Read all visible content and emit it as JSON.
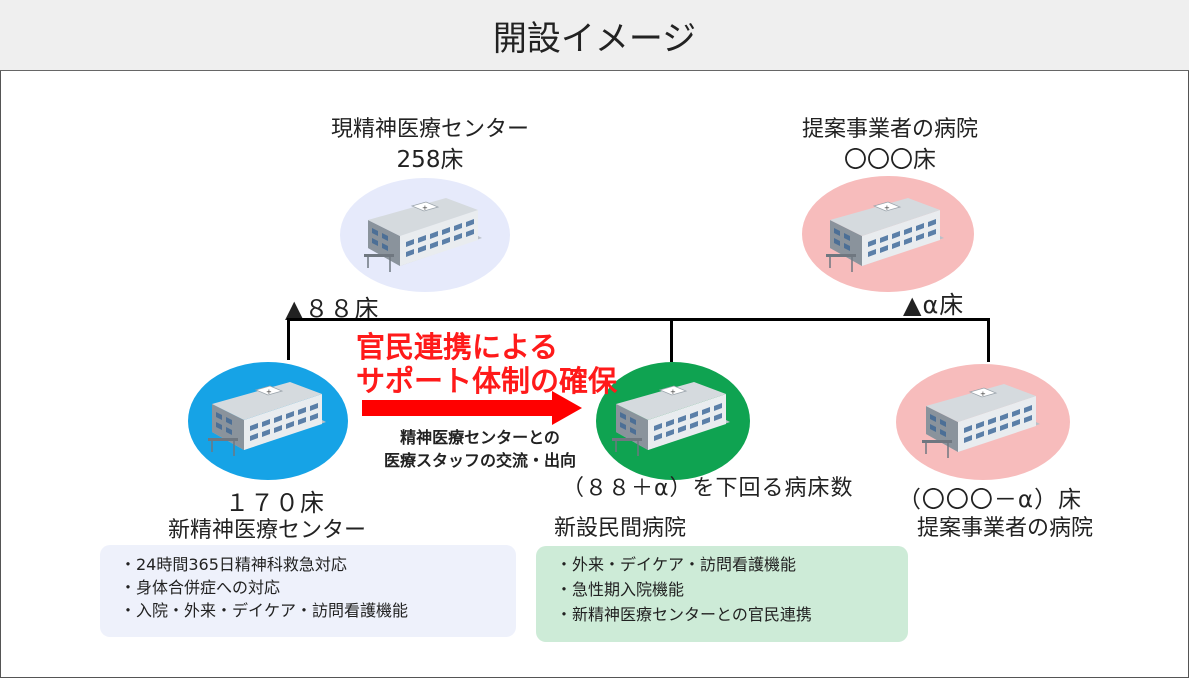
{
  "title": "開設イメージ",
  "current_center": {
    "label": "現精神医療センター",
    "beds": "258床",
    "reduction": "▲８８床"
  },
  "proposer_hospital": {
    "label": "提案事業者の病院",
    "beds": "〇〇〇床",
    "reduction": "▲α床"
  },
  "support": {
    "heading_line1": "官民連携による",
    "heading_line2": "サポート体制の確保",
    "note_line1": "精神医療センターとの",
    "note_line2": "医療スタッフの交流・出向"
  },
  "new_center": {
    "beds": "１７０床",
    "label": "新精神医療センター",
    "features": [
      "・24時間365日精神科救急対応",
      "・身体合併症への対応",
      "・入院・外来・デイケア・訪問看護機能"
    ]
  },
  "new_private": {
    "beds": "（８８＋α）を下回る病床数",
    "label": "新設民間病院",
    "features": [
      "・外来・デイケア・訪問看護機能",
      "・急性期入院機能",
      "・新精神医療センターとの官民連携"
    ]
  },
  "proposer_after": {
    "beds": "（〇〇〇－α）床",
    "label": "提案事業者の病院"
  },
  "colors": {
    "current_circle": "#e6eafb",
    "proposer_circle": "#f7bcbc",
    "new_center_circle": "#16a3e6",
    "new_private_circle": "#0fa351",
    "arrow": "#ff0000",
    "left_box": "#eef1fb",
    "right_box": "#cdebd7"
  }
}
